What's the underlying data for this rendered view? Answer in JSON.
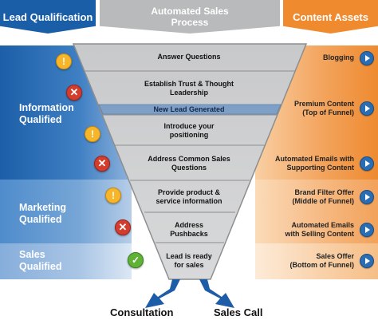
{
  "headers": {
    "lead_qualification": "Lead Qualification",
    "automated_sales_line1": "Automated Sales",
    "automated_sales_line2": "Process",
    "content_assets": "Content Assets"
  },
  "sections": {
    "information_line1": "Information",
    "information_line2": "Qualified",
    "marketing_line1": "Marketing",
    "marketing_line2": "Qualified",
    "sales_line1": "Sales",
    "sales_line2": "Qualified"
  },
  "stages": [
    {
      "line1": "Answer Questions",
      "line2": ""
    },
    {
      "line1": "Establish Trust & Thought",
      "line2": "Leadership"
    },
    {
      "line1": "New Lead Generated",
      "line2": ""
    },
    {
      "line1": "Introduce your",
      "line2": "positioning"
    },
    {
      "line1": "Address Common Sales",
      "line2": "Questions"
    },
    {
      "line1": "Provide product &",
      "line2": "service information"
    },
    {
      "line1": "Address",
      "line2": "Pushbacks"
    },
    {
      "line1": "Lead is ready",
      "line2": "for sales"
    }
  ],
  "assets": [
    {
      "line1": "Blogging",
      "line2": ""
    },
    {
      "line1": "Premium Content",
      "line2": "(Top of Funnel)"
    },
    {
      "line1": "Automated Emails with",
      "line2": "Supporting Content"
    },
    {
      "line1": "Brand Filter Offer",
      "line2": "(Middle of Funnel)"
    },
    {
      "line1": "Automated Emails",
      "line2": "with Selling Content"
    },
    {
      "line1": "Sales Offer",
      "line2": "(Bottom of Funnel)"
    }
  ],
  "status_icons": [
    {
      "name": "warning-icon",
      "glyph": "!"
    },
    {
      "name": "x-icon",
      "glyph": "✕"
    },
    {
      "name": "warning-icon",
      "glyph": "!"
    },
    {
      "name": "x-icon",
      "glyph": "✕"
    },
    {
      "name": "warning-icon",
      "glyph": "!"
    },
    {
      "name": "x-icon",
      "glyph": "✕"
    },
    {
      "name": "check-icon",
      "glyph": "✓"
    }
  ],
  "outcomes": {
    "consultation": "Consultation",
    "sales_call": "Sales Call"
  },
  "colors": {
    "blue": "#1a5ea8",
    "gray": "#b9babb",
    "orange": "#f08a2f",
    "funnel": "#c9cacb",
    "highlight_band": "#7e9fc6"
  }
}
